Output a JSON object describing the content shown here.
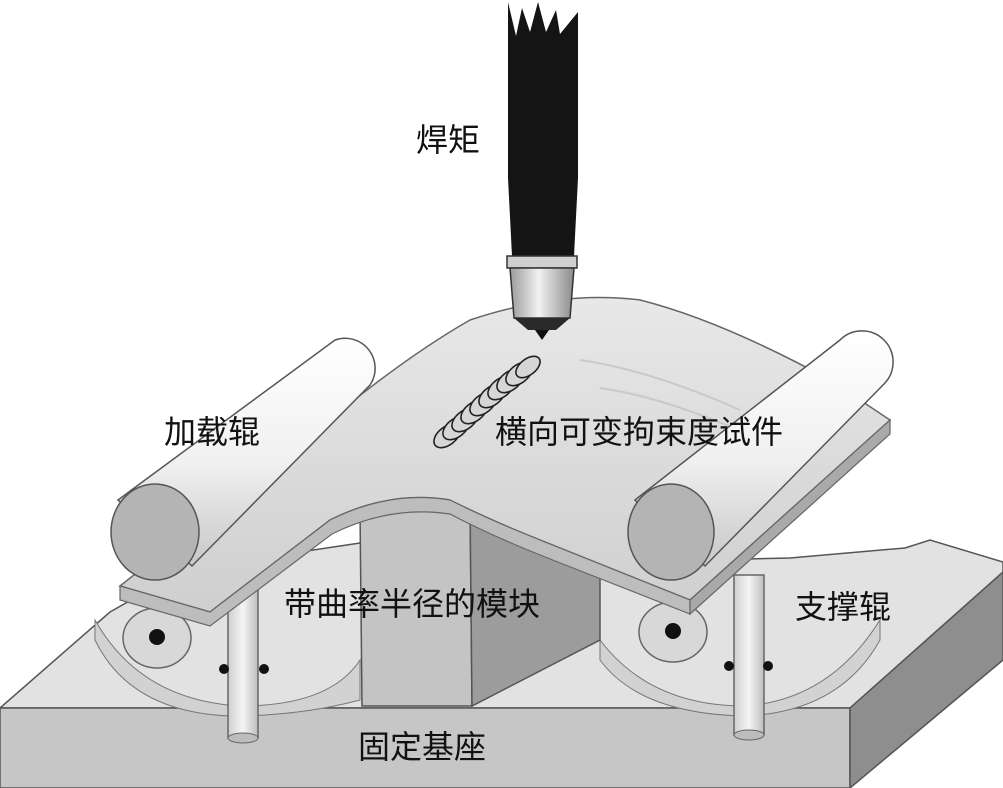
{
  "labels": {
    "torch": "焊矩",
    "loading_roller": "加载辊",
    "specimen": "横向可变拘束度试件",
    "die_block": "带曲率半径的模块",
    "support_roller": "支撑辊",
    "fixed_base": "固定基座"
  },
  "colors": {
    "base_top": "#e4e4e4",
    "base_front": "#c8c8c8",
    "base_side": "#8e8e8e",
    "specimen": "#dadada",
    "roller": "#f1f1f1",
    "torch": "#141414",
    "die_block": "#b0b0b0"
  }
}
